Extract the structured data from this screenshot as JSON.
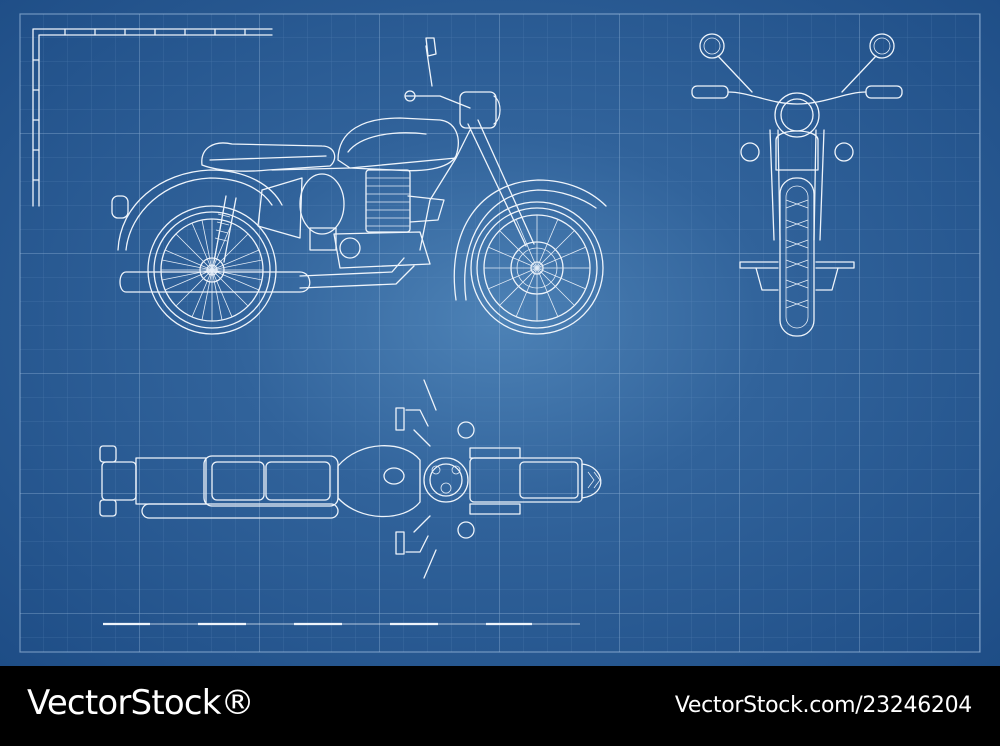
{
  "drawing": {
    "subject": "motorcycle",
    "views": [
      "side-view",
      "front-view",
      "top-view"
    ],
    "colors": {
      "background": "#2a5a94",
      "line": "#eef4fb",
      "grid": "#5f8fc4"
    }
  },
  "footer": {
    "brand": "VectorStock®",
    "stock_id": "VectorStock.com/23246204"
  }
}
